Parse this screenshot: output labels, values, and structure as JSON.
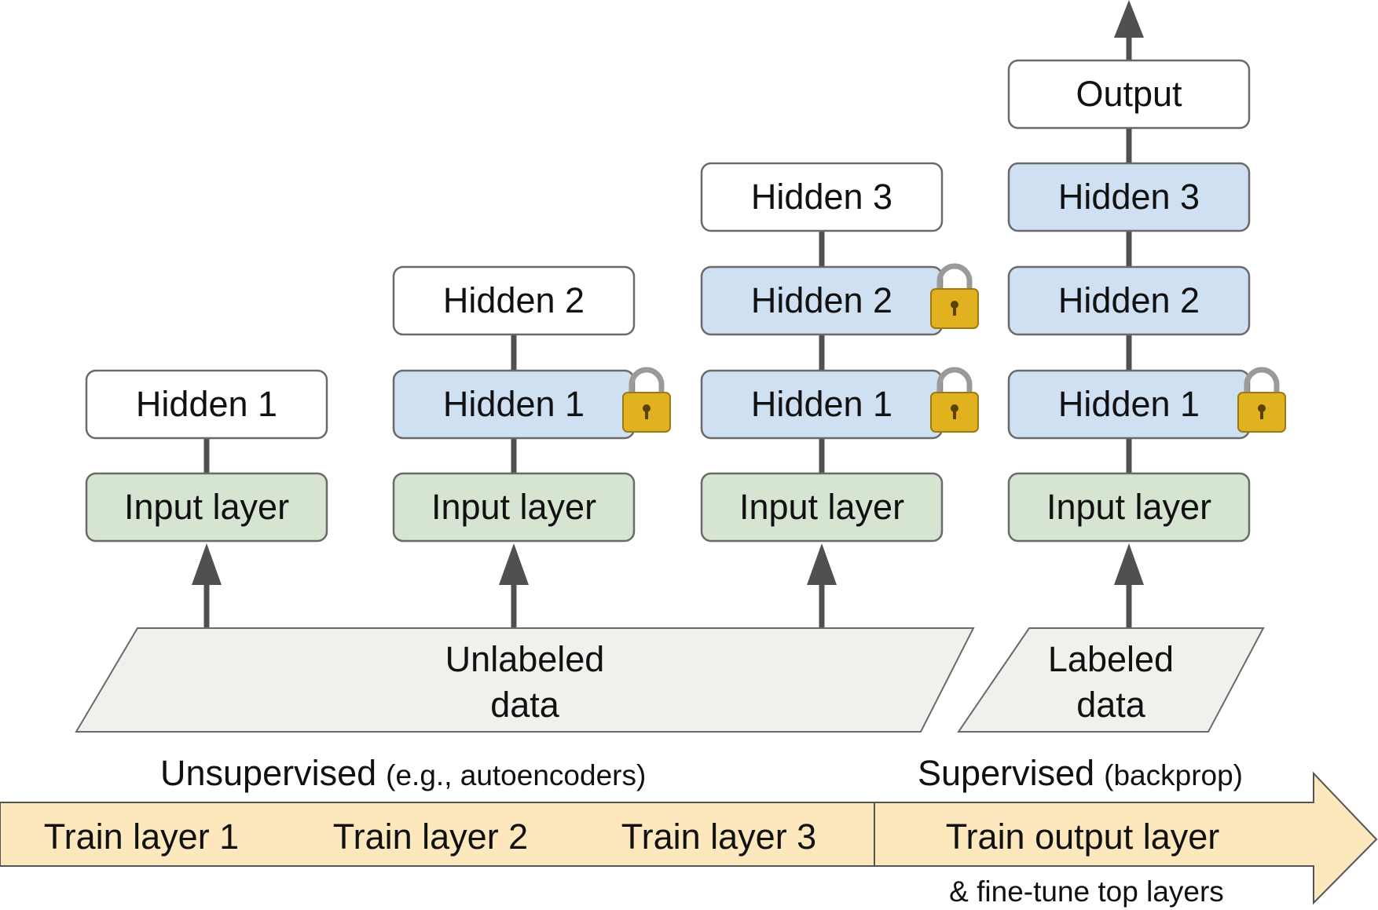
{
  "colors": {
    "frozen_layer": "#cfe0f3",
    "input_layer": "#d5e5d2",
    "untrained_layer": "#ffffff",
    "data_shape": "#eef1ec",
    "progress_arrow": "#fde7bd",
    "edge": "#505050",
    "lock": "#e2b11f"
  },
  "stages": [
    {
      "layers": [
        {
          "label": "Input layer",
          "kind": "input"
        },
        {
          "label": "Hidden 1",
          "kind": "new"
        }
      ]
    },
    {
      "layers": [
        {
          "label": "Input layer",
          "kind": "input"
        },
        {
          "label": "Hidden 1",
          "kind": "frozen",
          "locked": true
        },
        {
          "label": "Hidden 2",
          "kind": "new"
        }
      ]
    },
    {
      "layers": [
        {
          "label": "Input layer",
          "kind": "input"
        },
        {
          "label": "Hidden 1",
          "kind": "frozen",
          "locked": true
        },
        {
          "label": "Hidden 2",
          "kind": "frozen",
          "locked": true
        },
        {
          "label": "Hidden 3",
          "kind": "new"
        }
      ]
    },
    {
      "layers": [
        {
          "label": "Input layer",
          "kind": "input"
        },
        {
          "label": "Hidden 1",
          "kind": "frozen",
          "locked": true
        },
        {
          "label": "Hidden 2",
          "kind": "frozen"
        },
        {
          "label": "Hidden 3",
          "kind": "frozen"
        },
        {
          "label": "Output",
          "kind": "new"
        }
      ]
    }
  ],
  "data_sources": {
    "unlabeled": {
      "line1": "Unlabeled",
      "line2": "data"
    },
    "labeled": {
      "line1": "Labeled",
      "line2": "data"
    }
  },
  "phases": {
    "unsupervised": {
      "label": "Unsupervised",
      "note": "(e.g., autoencoders)"
    },
    "supervised": {
      "label": "Supervised",
      "note": "(backprop)"
    }
  },
  "steps": [
    "Train layer 1",
    "Train layer 2",
    "Train layer 3",
    "Train output layer"
  ],
  "final_note": "& fine-tune top layers",
  "icons": {
    "lock": "padlock-icon"
  }
}
